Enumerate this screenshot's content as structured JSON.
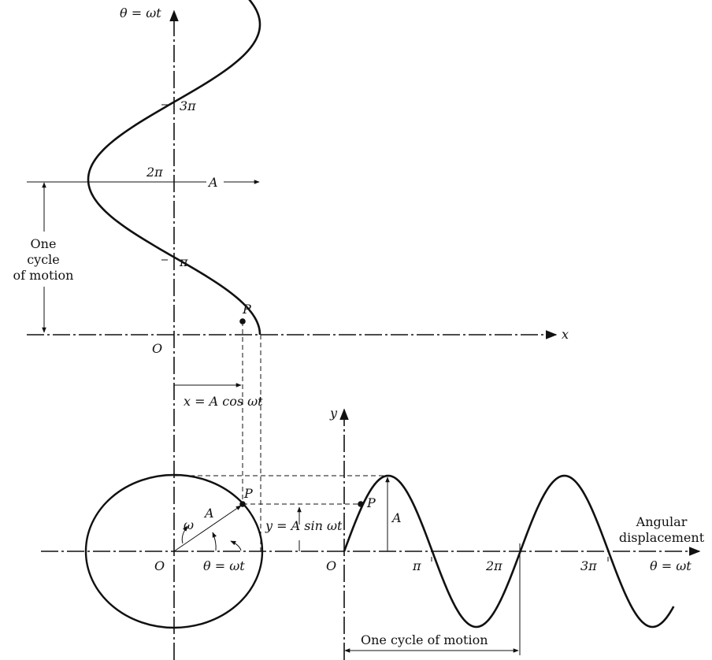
{
  "labels": {
    "theta_axis_top": "θ = ωt",
    "tick_3pi": "3π",
    "tick_2pi": "2π",
    "tick_pi": "π",
    "amplitude_top": "A",
    "one_cycle_left_1": "One",
    "one_cycle_left_2": "cycle",
    "one_cycle_left_3": "of motion",
    "point_top": "P",
    "origin_top": "O",
    "x_axis": "x",
    "x_eq": "x = A cos ωt",
    "y_axis": "y",
    "point_circle": "P",
    "radius": "A",
    "omega": "ω",
    "y_eq": "y = A sin ωt",
    "origin_circle": "O",
    "theta_circle": "θ = ωt",
    "point_wave": "P",
    "amplitude_wave": "A",
    "origin_wave": "O",
    "wave_pi": "π",
    "wave_2pi": "2π",
    "wave_3pi": "3π",
    "angular_1": "Angular",
    "angular_2": "displacement",
    "theta_axis_right": "θ = ωt",
    "one_cycle_bottom": "One cycle of motion"
  }
}
